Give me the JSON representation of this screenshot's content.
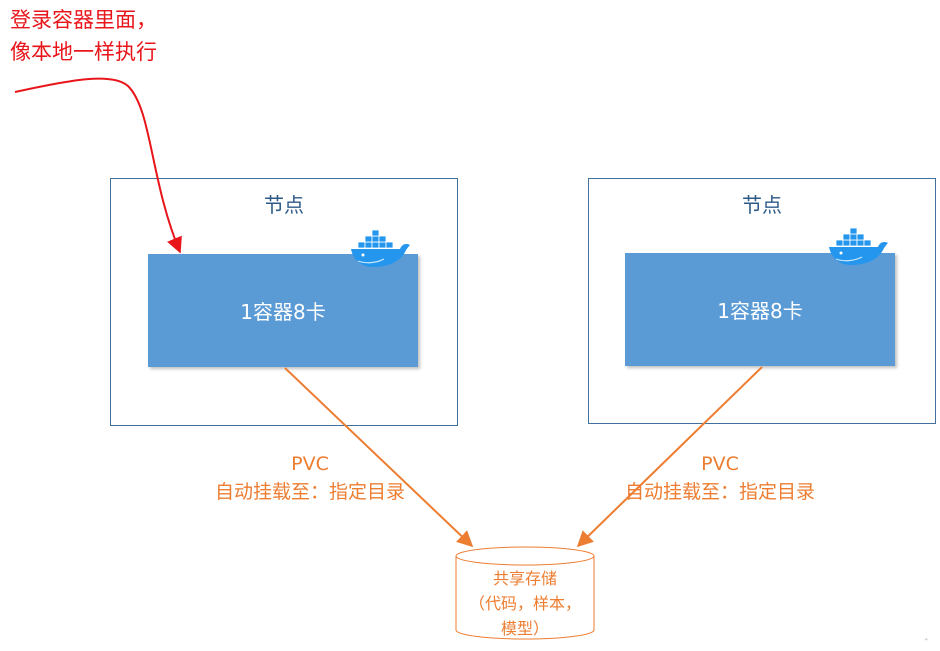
{
  "annotation": {
    "text": "登录容器里面，\n像本地一样执行",
    "color": "#e8161b"
  },
  "nodes": [
    {
      "title": "节点",
      "container_label": "1容器8卡",
      "icon": "docker-whale-icon"
    },
    {
      "title": "节点",
      "container_label": "1容器8卡",
      "icon": "docker-whale-icon"
    }
  ],
  "pvc_labels": [
    {
      "text": "PVC\n自动挂载至：指定目录"
    },
    {
      "text": "PVC\n自动挂载至：指定目录"
    }
  ],
  "storage": {
    "label": "共享存储\n（代码，样本，\n模型）"
  },
  "colors": {
    "node_border": "#41719c",
    "container_fill": "#5b9bd5",
    "pvc": "#ed7d31",
    "annotation_arrow": "#e8161b",
    "docker_whale": "#2496ed"
  }
}
